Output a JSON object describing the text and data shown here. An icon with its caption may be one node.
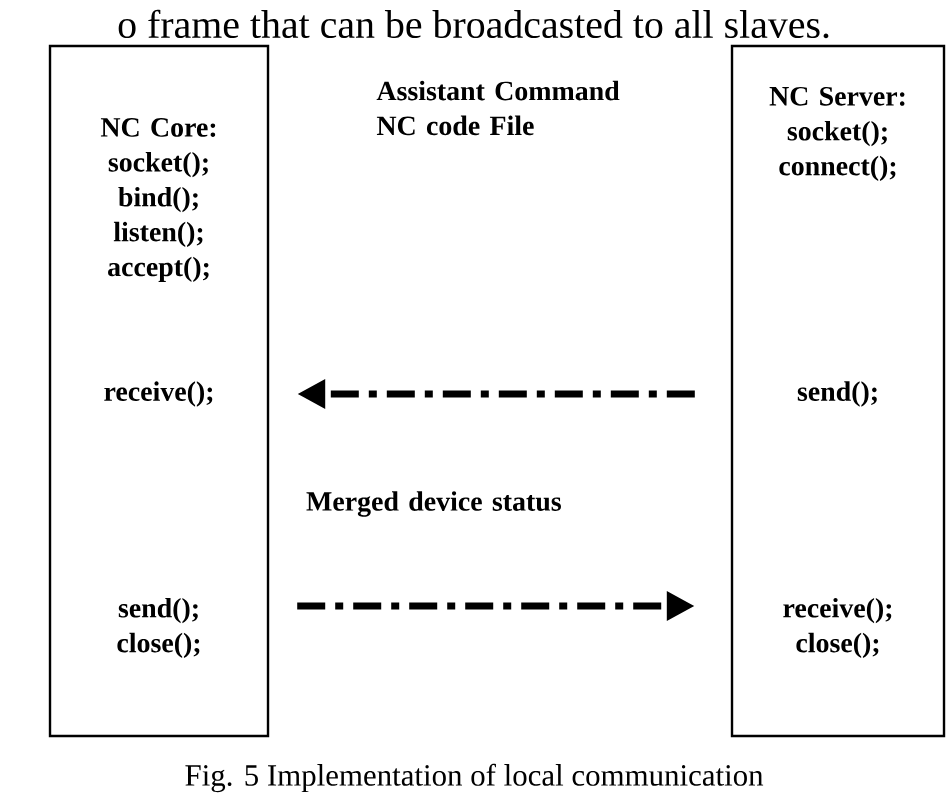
{
  "diagram": {
    "caption": "Fig. 5 Implementation of local communication",
    "nodes": [
      {
        "text": [
          "NC Core: socket(); bind(); listen(); accept();",
          "receive();",
          "send(); close();"
        ]
      },
      {
        "text": [
          "NC Server: socket(); connect();",
          "send();",
          "receive(); close();"
        ]
      }
    ],
    "edges": [
      {
        "from": 1,
        "to": 0,
        "arrow": "to",
        "style": "dashed"
      },
      {
        "from": 0,
        "to": 1,
        "arrow": "to",
        "label": "Merged device status",
        "style": "dashed"
      }
    ],
    "labels": [
      "o frame that can be broadcasted to all slaves.",
      "Assistant Command NC code File"
    ]
  }
}
